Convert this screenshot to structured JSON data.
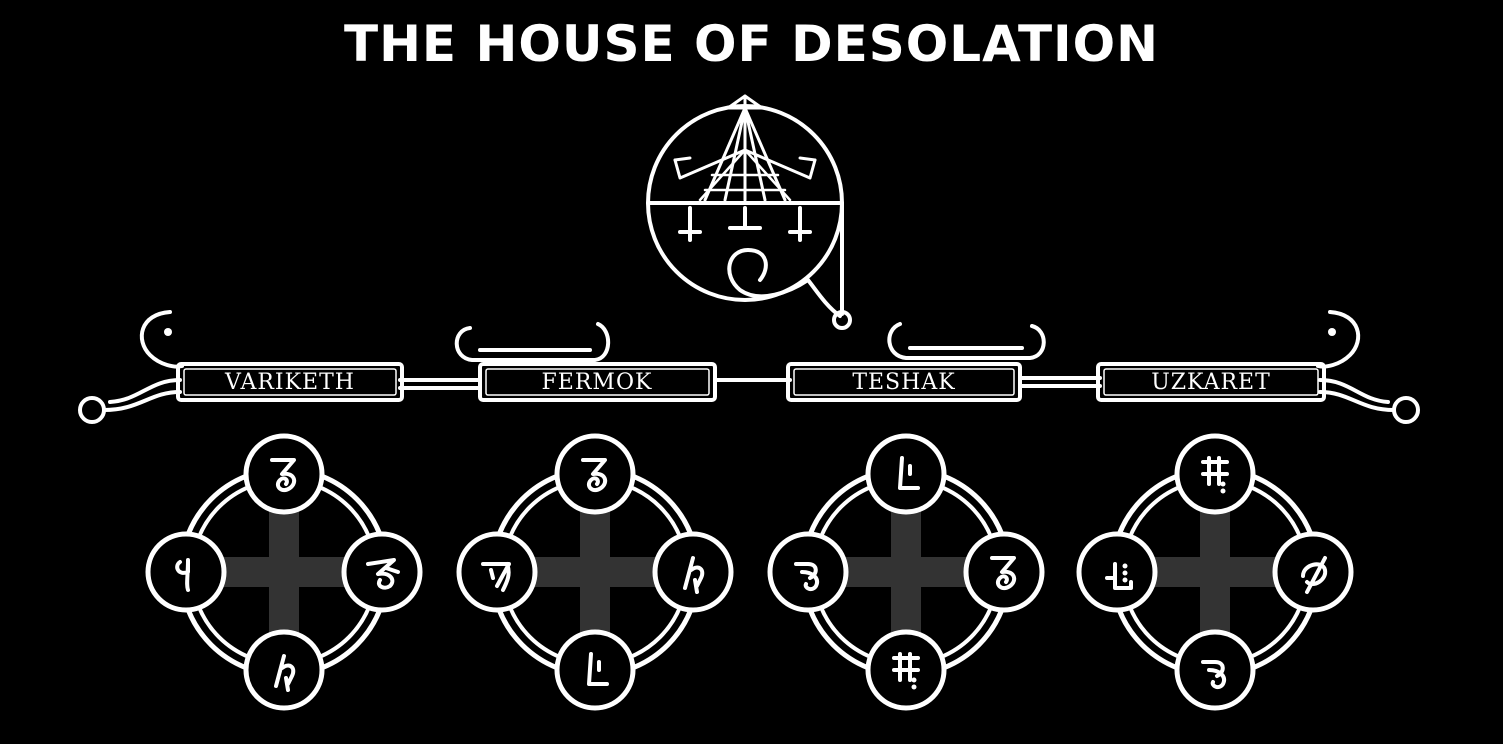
{
  "title": "THE HOUSE OF DESOLATION",
  "colors": {
    "background": "#000000",
    "line": "#ffffff"
  },
  "sigil_icon": "goetic-sigil-icon",
  "houses": [
    {
      "label": "VARIKETH",
      "glyphs": [
        "glyph-3-swirl",
        "glyph-hook-left",
        "glyph-z-swirl",
        "glyph-h-hook"
      ]
    },
    {
      "label": "FERMOK",
      "glyphs": [
        "glyph-3-swirl",
        "glyph-v-fork",
        "glyph-h-hook",
        "glyph-l-dot"
      ]
    },
    {
      "label": "TESHAK",
      "glyphs": [
        "glyph-l-dot",
        "glyph-wave-right",
        "glyph-3-swirl",
        "glyph-double-cross"
      ]
    },
    {
      "label": "UZKARET",
      "glyphs": [
        "glyph-double-cross",
        "glyph-l-dots",
        "glyph-crossed-circle",
        "glyph-wave-right"
      ]
    }
  ]
}
